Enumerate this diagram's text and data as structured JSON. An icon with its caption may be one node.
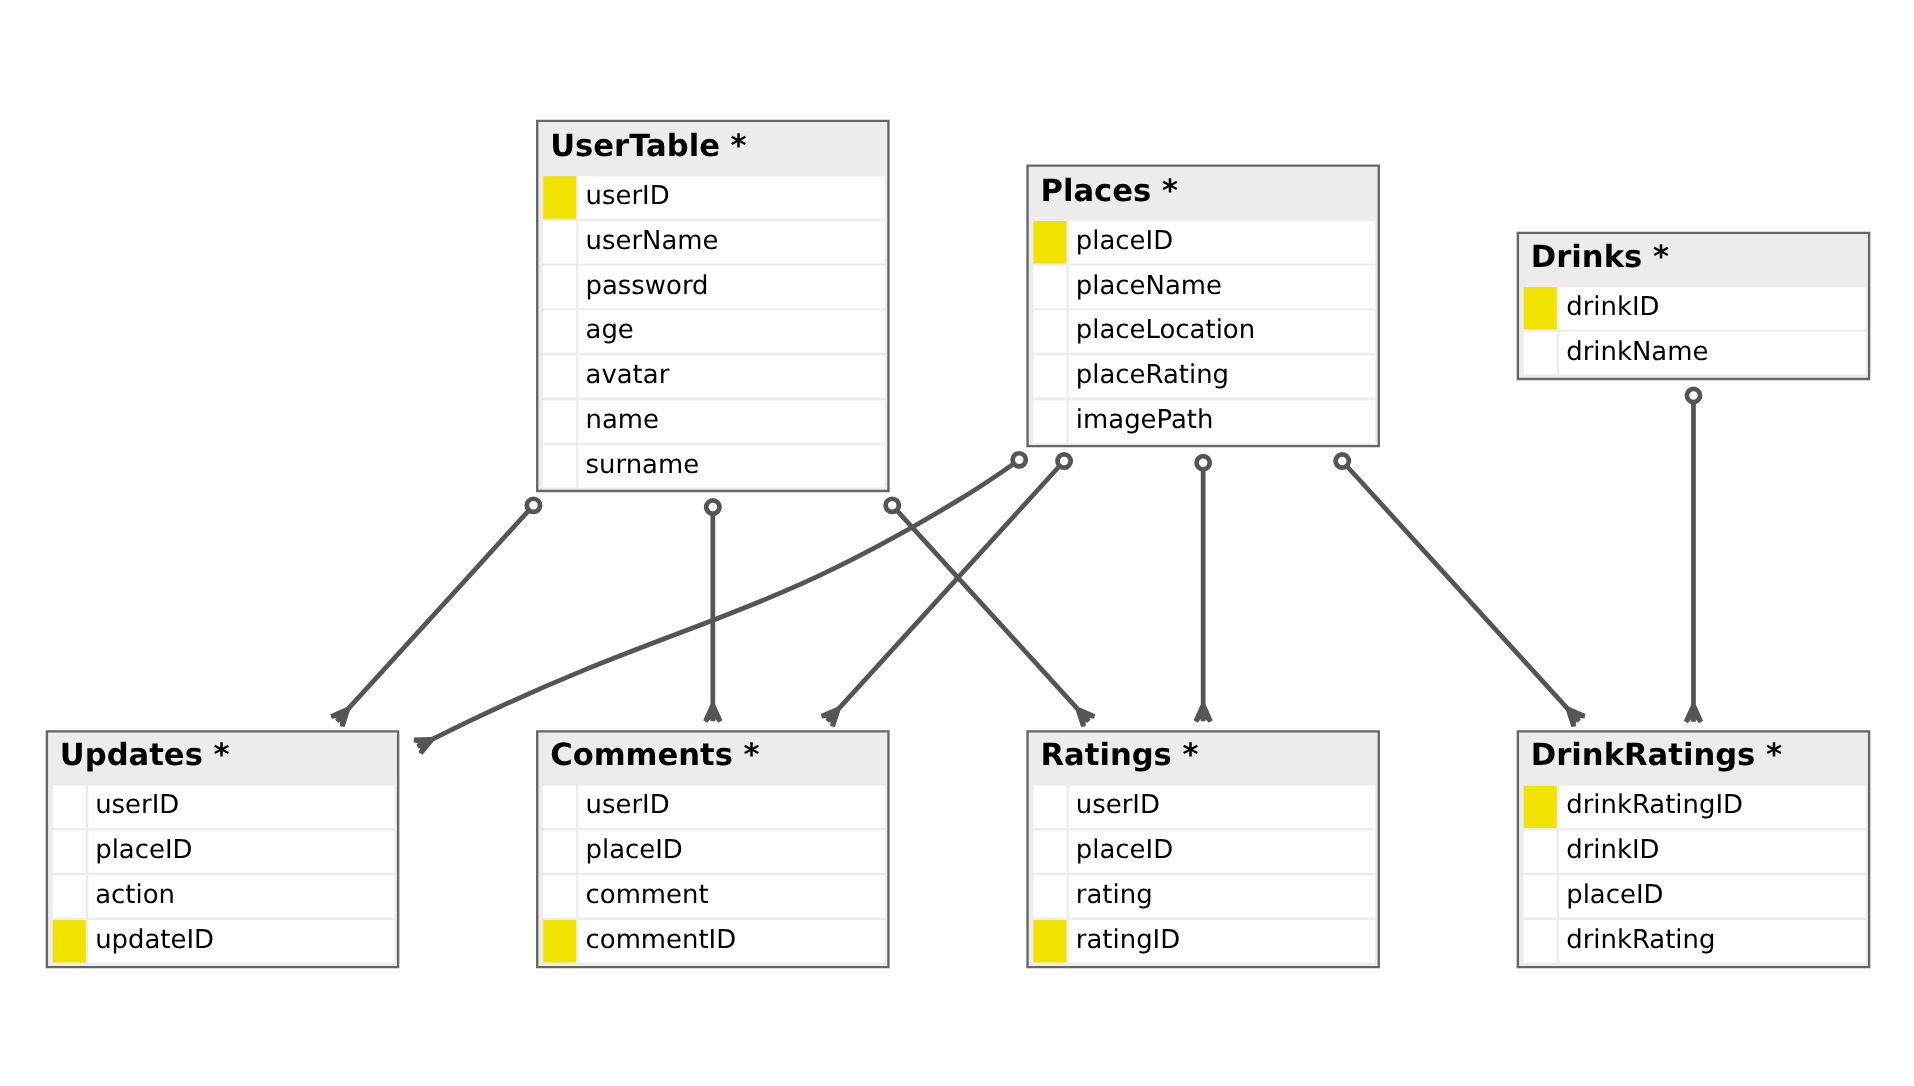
{
  "diagram": {
    "nodes": [
      {
        "text": [
          "UserTable *",
          "userID",
          "userName",
          "password",
          "age",
          "avatar",
          "name",
          "surname"
        ]
      },
      {
        "text": [
          "Updates *",
          "userID",
          "placeID",
          "action",
          "updateID"
        ]
      },
      {
        "text": [
          "Drinks *",
          "drinkID",
          "drinkName"
        ]
      },
      {
        "text": [
          "Comments *",
          "userID",
          "placeID",
          "comment",
          "commentID"
        ]
      },
      {
        "text": [
          "Ratings *",
          "userID",
          "placeID",
          "rating",
          "ratingID"
        ]
      },
      {
        "text": [
          "Places *",
          "placeID",
          "placeName",
          "placeLocation",
          "placeRating",
          "imagePath"
        ]
      },
      {
        "text": [
          "DrinkRatings *",
          "drinkRatingID",
          "drinkID",
          "placeID",
          "drinkRating"
        ]
      }
    ],
    "edges": [
      {
        "from": 0,
        "to": 1,
        "arrow": "other"
      },
      {
        "from": 0,
        "to": 3,
        "arrow": "other"
      },
      {
        "from": 0,
        "to": 4,
        "arrow": "other"
      },
      {
        "from": 5,
        "to": 1,
        "arrow": "other"
      },
      {
        "from": 5,
        "to": 3,
        "arrow": "other"
      },
      {
        "from": 5,
        "to": 4,
        "arrow": "other"
      },
      {
        "from": 2,
        "to": 6,
        "arrow": "other"
      },
      {
        "from": 5,
        "to": 6,
        "arrow": "other"
      }
    ]
  }
}
